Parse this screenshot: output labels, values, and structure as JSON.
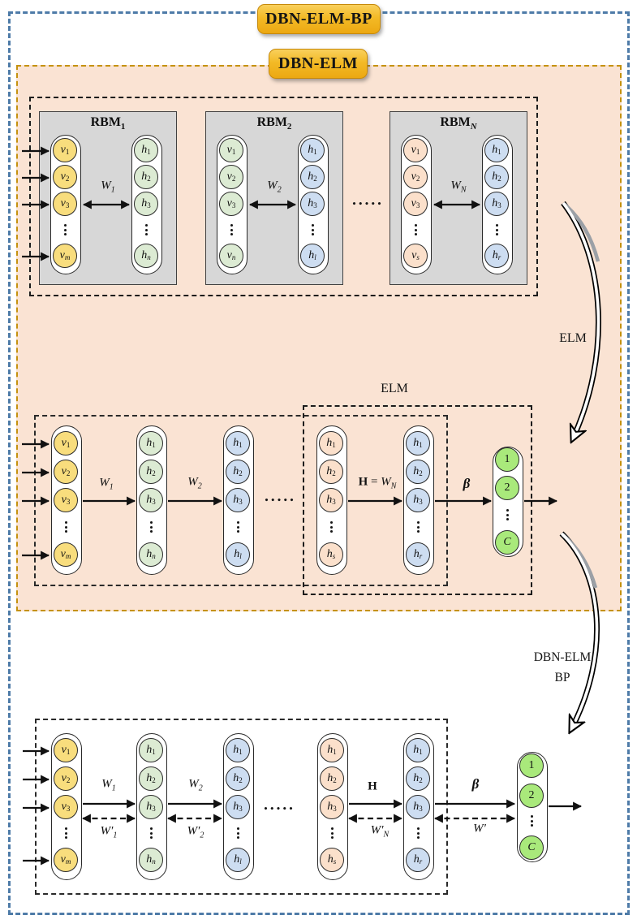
{
  "titles": {
    "outer": "DBN-ELM-BP",
    "inner": "DBN-ELM"
  },
  "section_labels": {
    "elm_box": "ELM",
    "elm_curve": "ELM",
    "bp_line1": "DBN-ELM",
    "bp_line2": "BP"
  },
  "misc": {
    "hdots": "•••••"
  },
  "palette": {
    "outer_border": "#4e7ba8",
    "inner_border": "#c5920f",
    "peach": "#fae3d3",
    "rbm_bg": "#d7d7d7",
    "node_yellow": "#f8dd7d",
    "node_green": "#dcebd3",
    "node_blue": "#cdddf1",
    "node_salmon": "#fbe0cb",
    "node_out": "#a9e97b",
    "gold1": "#f9d05c",
    "gold2": "#eca812",
    "gold_border": "#c6890b"
  },
  "rbm_blocks": [
    {
      "title": {
        "base": "RBM",
        "sub": "1",
        "sub_italic": false
      },
      "left": {
        "type": "yellow",
        "base": "v",
        "subs": [
          "1",
          "2",
          "3",
          "m"
        ]
      },
      "right": {
        "type": "green",
        "base": "h",
        "subs": [
          "1",
          "2",
          "3",
          "n"
        ]
      },
      "weight": [
        {
          "t": "W",
          "i": true,
          "s": "1"
        }
      ],
      "has_inputs": true
    },
    {
      "title": {
        "base": "RBM",
        "sub": "2",
        "sub_italic": false
      },
      "left": {
        "type": "green",
        "base": "v",
        "subs": [
          "1",
          "2",
          "3",
          "n"
        ]
      },
      "right": {
        "type": "blue",
        "base": "h",
        "subs": [
          "1",
          "2",
          "3",
          "l"
        ]
      },
      "weight": [
        {
          "t": "W",
          "i": true,
          "s": "2"
        }
      ],
      "has_inputs": false
    },
    {
      "title": {
        "base": "RBM",
        "sub": "N",
        "sub_italic": true
      },
      "left": {
        "type": "salmon",
        "base": "v",
        "subs": [
          "1",
          "2",
          "3",
          "s"
        ]
      },
      "right": {
        "type": "blue",
        "base": "h",
        "subs": [
          "1",
          "2",
          "3",
          "r"
        ]
      },
      "weight": [
        {
          "t": "W",
          "i": true,
          "s": "N"
        }
      ],
      "has_inputs": false
    }
  ],
  "middle_chain": {
    "columns": [
      {
        "type": "yellow",
        "base": "v",
        "subs": [
          "1",
          "2",
          "3",
          "m"
        ]
      },
      {
        "type": "green",
        "base": "h",
        "subs": [
          "1",
          "2",
          "3",
          "n"
        ]
      },
      {
        "type": "blue",
        "base": "h",
        "subs": [
          "1",
          "2",
          "3",
          "l"
        ]
      },
      {
        "type": "salmon",
        "base": "h",
        "subs": [
          "1",
          "2",
          "3",
          "s"
        ]
      },
      {
        "type": "blue",
        "base": "h",
        "subs": [
          "1",
          "2",
          "3",
          "r"
        ]
      },
      {
        "type": "output",
        "labels": [
          "1",
          "2",
          "C"
        ]
      }
    ],
    "arrow_labels": [
      [
        {
          "t": "W",
          "i": true,
          "s": "1"
        }
      ],
      [
        {
          "t": "W",
          "i": true,
          "s": "2"
        }
      ],
      [
        {
          "t": "H",
          "b": true
        },
        {
          "t": " = "
        },
        {
          "t": "W",
          "i": true,
          "s": "N"
        }
      ],
      [
        {
          "t": "β",
          "b": true,
          "i": true
        }
      ]
    ]
  },
  "bottom_chain": {
    "columns": [
      {
        "type": "yellow",
        "base": "v",
        "subs": [
          "1",
          "2",
          "3",
          "m"
        ]
      },
      {
        "type": "green",
        "base": "h",
        "subs": [
          "1",
          "2",
          "3",
          "n"
        ]
      },
      {
        "type": "blue",
        "base": "h",
        "subs": [
          "1",
          "2",
          "3",
          "l"
        ]
      },
      {
        "type": "salmon",
        "base": "h",
        "subs": [
          "1",
          "2",
          "3",
          "s"
        ]
      },
      {
        "type": "blue",
        "base": "h",
        "subs": [
          "1",
          "2",
          "3",
          "r"
        ]
      },
      {
        "type": "output",
        "labels": [
          "1",
          "2",
          "C"
        ]
      }
    ],
    "forward_labels": [
      [
        {
          "t": "W",
          "i": true,
          "s": "1"
        }
      ],
      [
        {
          "t": "W",
          "i": true,
          "s": "2"
        }
      ],
      [
        {
          "t": "H",
          "b": true
        }
      ],
      [
        {
          "t": "β",
          "b": true,
          "i": true
        }
      ]
    ],
    "backward_labels": [
      [
        {
          "t": "W",
          "i": true,
          "p": true,
          "s": "1"
        }
      ],
      [
        {
          "t": "W",
          "i": true,
          "p": true,
          "s": "2"
        }
      ],
      [
        {
          "t": "W",
          "i": true,
          "p": true,
          "s": "N"
        }
      ],
      [
        {
          "t": "W",
          "i": true,
          "p": true
        }
      ]
    ]
  }
}
